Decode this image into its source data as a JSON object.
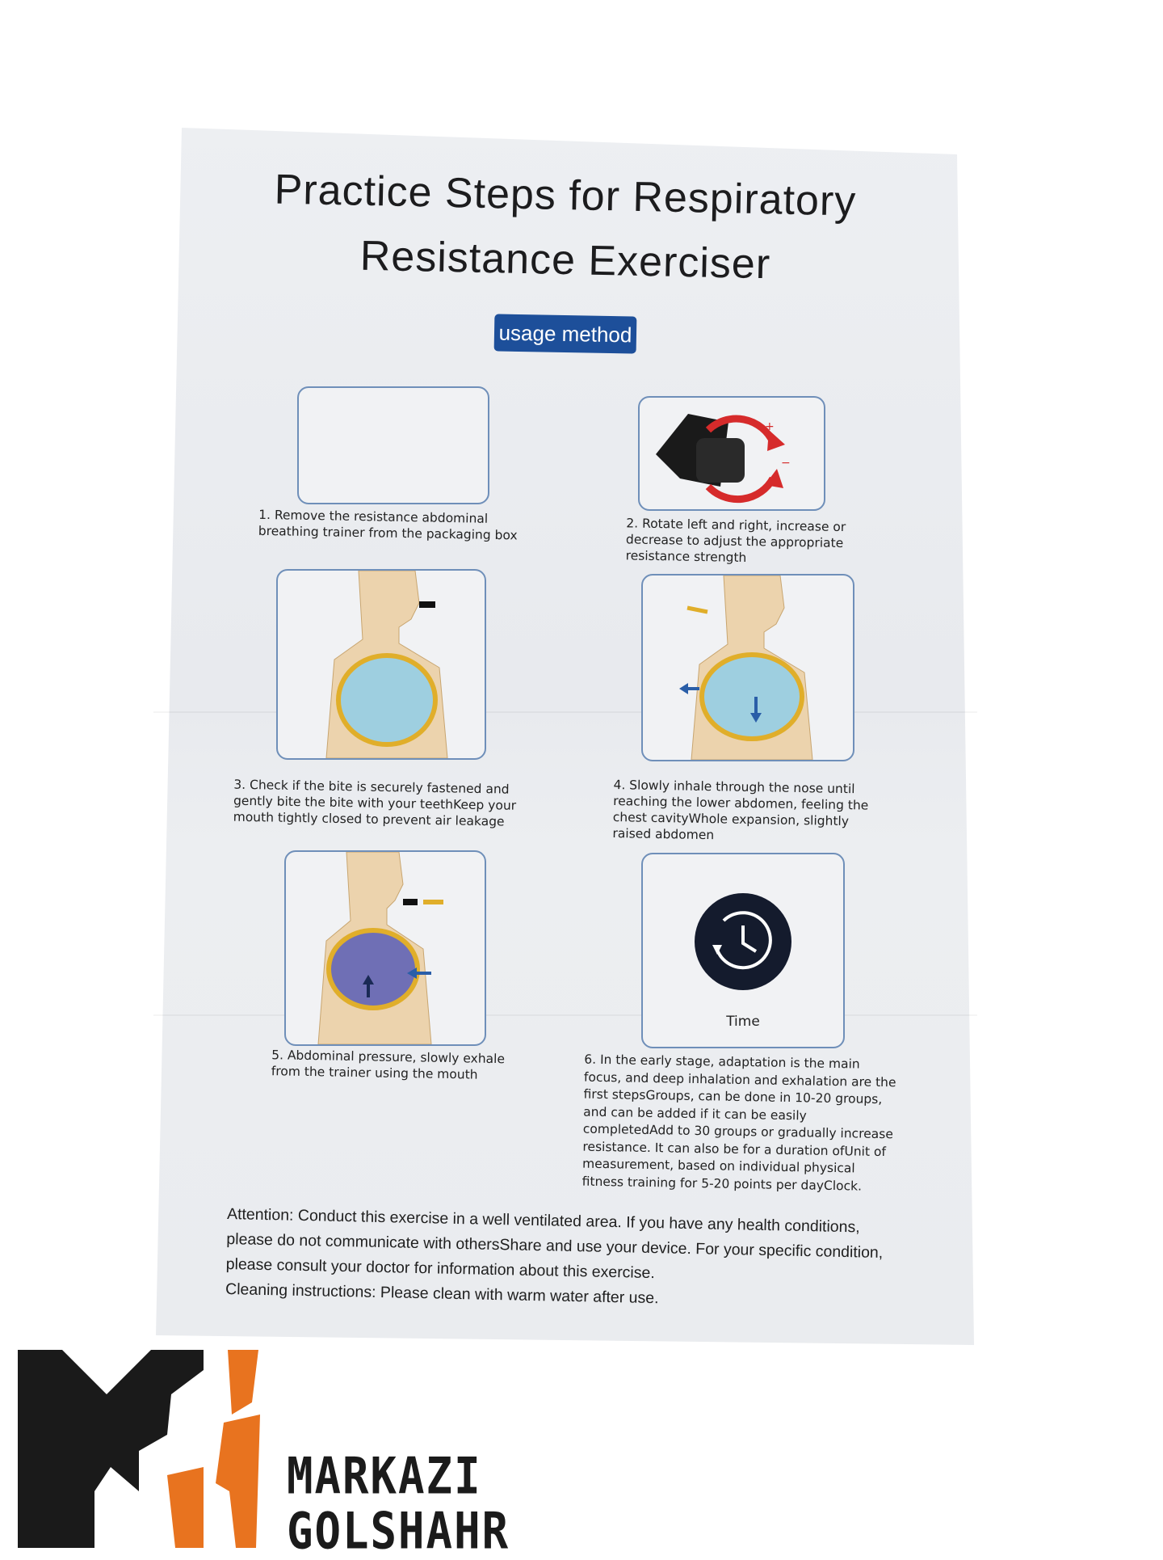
{
  "document": {
    "title_line1": "Practice Steps for Respiratory",
    "title_line2": "Resistance Exerciser",
    "badge": "usage method",
    "steps": [
      {
        "text": "1. Remove the resistance abdominal breathing trainer from the packaging box"
      },
      {
        "text": "2. Rotate left and right, increase or decrease to adjust the appropriate resistance strength"
      },
      {
        "text": "3. Check if the bite is securely fastened and gently bite the bite with your teethKeep your mouth tightly closed to prevent air leakage"
      },
      {
        "text": "4. Slowly inhale through the nose until reaching the lower abdomen, feeling the chest cavityWhole expansion, slightly raised abdomen"
      },
      {
        "text": "5. Abdominal pressure, slowly exhale from the trainer using the mouth"
      },
      {
        "text": "6. In the early stage, adaptation is the main focus, and deep inhalation and exhalation are the first stepsGroups, can be done in 10-20 groups, and can be added if it can be easily completedAdd to 30 groups or gradually increase resistance. It can also be for a duration ofUnit of measurement, based on individual physical fitness training for 5-20 points per dayClock."
      }
    ],
    "time_label": "Time",
    "attention": [
      "Attention: Conduct this exercise in a well ventilated area. If you have any health conditions,",
      "please do not communicate with othersShare and use your device. For your specific condition,",
      "please consult your doctor for information about this exercise.",
      "Cleaning instructions: Please clean with warm water after use."
    ]
  },
  "logo": {
    "line1": "MARKAZI",
    "line2": "GOLSHAHR"
  },
  "colors": {
    "badge": "#1d4f9a",
    "logo_orange": "#e8731f",
    "box_border": "#6f8fb9"
  }
}
